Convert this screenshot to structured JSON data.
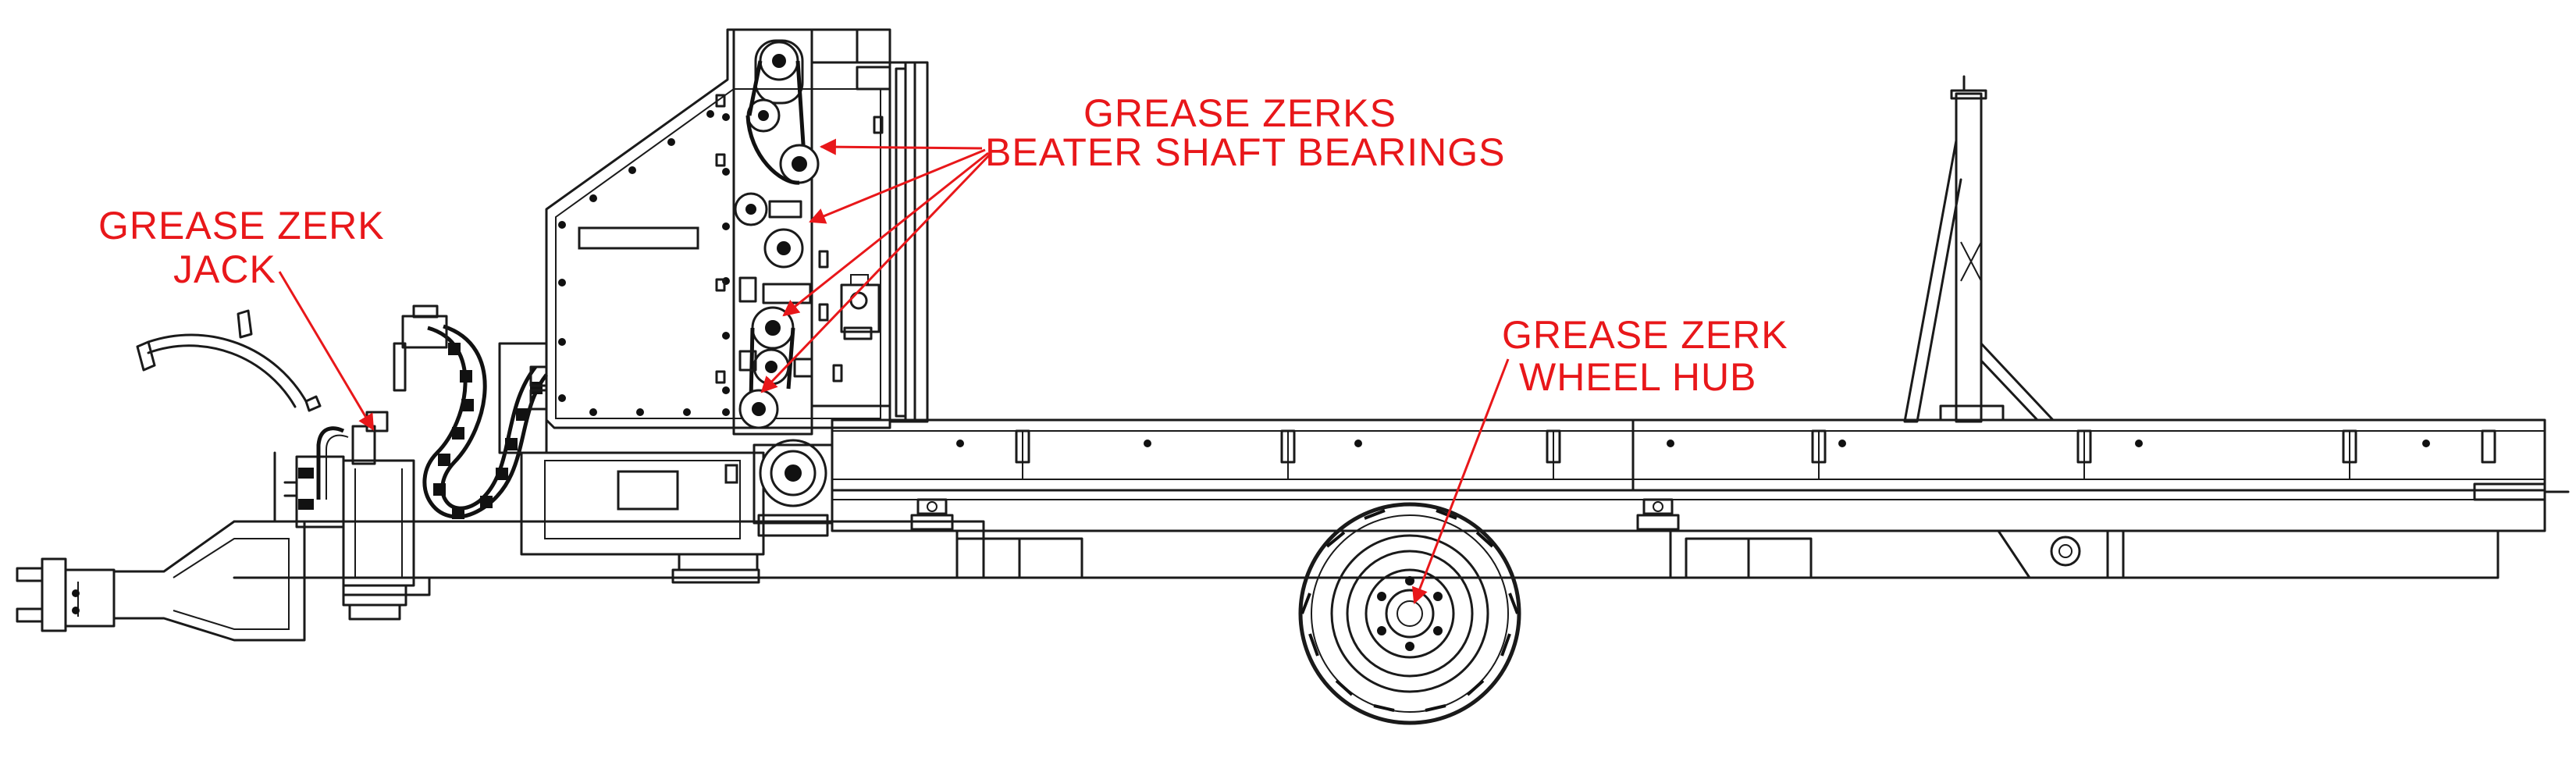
{
  "colors": {
    "callout": "#e8171a",
    "linework": "#1a1a1a",
    "background": "#ffffff"
  },
  "callouts": {
    "jack": {
      "line1": "GREASE ZERK",
      "line2": "JACK"
    },
    "beater": {
      "line1": "GREASE ZERKS",
      "line2": "BEATER SHAFT BEARINGS"
    },
    "hub": {
      "line1": "GREASE ZERK",
      "line2": "WHEEL HUB"
    }
  }
}
